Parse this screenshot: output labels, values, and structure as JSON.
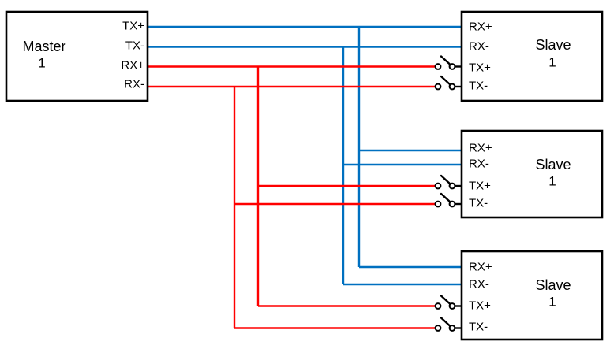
{
  "colors": {
    "tx_wire_blue": "#0070C0",
    "rx_wire_red": "#FF0000",
    "outline_black": "#000000",
    "background": "#FFFFFF"
  },
  "master": {
    "name": "Master",
    "unit": "1",
    "ports": [
      "TX+",
      "TX-",
      "RX+",
      "RX-"
    ]
  },
  "slaves": [
    {
      "name": "Slave",
      "unit": "1",
      "ports": [
        "RX+",
        "RX-",
        "TX+",
        "TX-"
      ]
    },
    {
      "name": "Slave",
      "unit": "1",
      "ports": [
        "RX+",
        "RX-",
        "TX+",
        "TX-"
      ]
    },
    {
      "name": "Slave",
      "unit": "1",
      "ports": [
        "RX+",
        "RX-",
        "TX+",
        "TX-"
      ]
    }
  ],
  "connections": [
    {
      "signal": "Master TX+ to every Slave RX+",
      "color_hex": "#0070C0",
      "through_switch": false
    },
    {
      "signal": "Master TX- to every Slave RX-",
      "color_hex": "#0070C0",
      "through_switch": false
    },
    {
      "signal": "Master RX+ to every Slave TX+",
      "color_hex": "#FF0000",
      "through_switch": true
    },
    {
      "signal": "Master RX- to every Slave TX-",
      "color_hex": "#FF0000",
      "through_switch": true
    }
  ],
  "switch_positions": [
    "Slave1 TX+",
    "Slave1 TX-",
    "Slave2 TX+",
    "Slave2 TX-",
    "Slave3 TX+",
    "Slave3 TX-"
  ]
}
